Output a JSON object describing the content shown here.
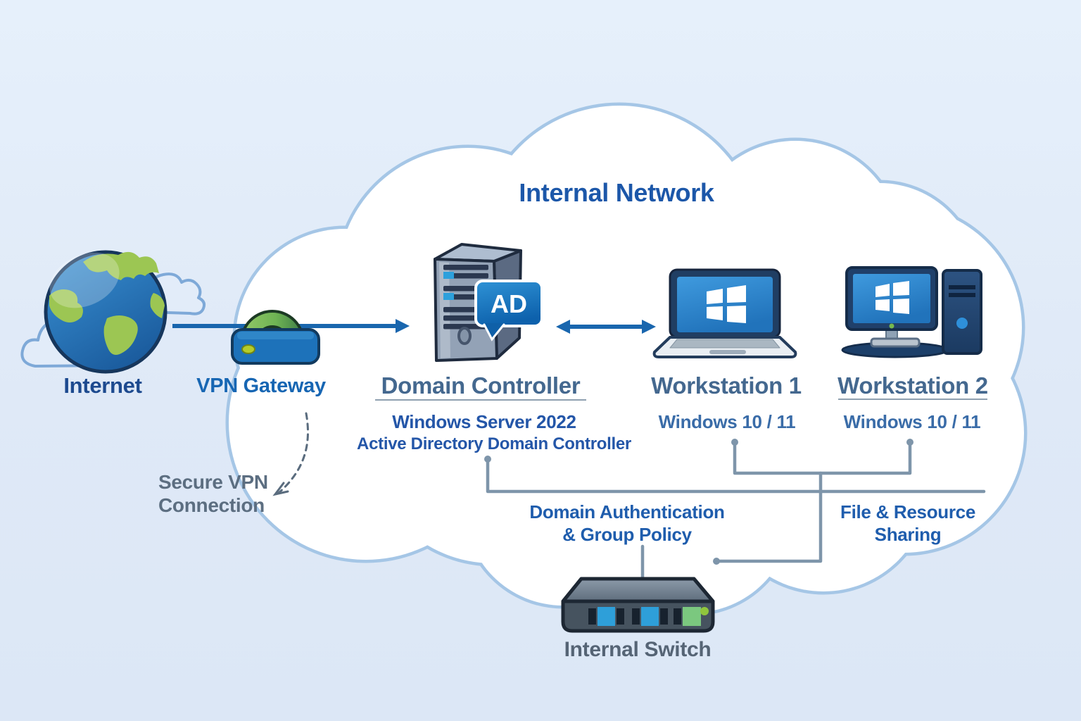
{
  "diagram": {
    "title": "Internal Network",
    "nodes": {
      "internet": {
        "label": "Internet"
      },
      "vpn_gateway": {
        "label": "VPN Gateway"
      },
      "domain_controller": {
        "label": "Domain Controller",
        "sub1": "Windows Server 2022",
        "sub2": "Active Directory Domain Controller",
        "badge": "AD"
      },
      "workstation1": {
        "label": "Workstation 1",
        "sub": "Windows 10 / 11"
      },
      "workstation2": {
        "label": "Workstation 2",
        "sub": "Windows 10 / 11"
      },
      "internal_switch": {
        "label": "Internal Switch"
      }
    },
    "annotations": {
      "secure_vpn_line1": "Secure VPN",
      "secure_vpn_line2": "Connection",
      "domain_auth_line1": "Domain Authentication",
      "domain_auth_line2": "& Group Policy",
      "file_sharing_line1": "File & Resource",
      "file_sharing_line2": "Sharing"
    },
    "colors": {
      "background": "#dfe9f7",
      "cloud_fill": "#ffffff",
      "cloud_border": "#a5c6e6",
      "arrow_blue": "#1966ae",
      "connector_gray": "#7e95aa",
      "title_blue": "#1c57a9",
      "heading_steel_blue": "#44688f",
      "sub_royal_blue": "#2456a8",
      "note_gray": "#5c6e81",
      "badge_blue": "#1173bd",
      "lock_shackle_green": "#6fb454",
      "lock_base_blue": "#1d72ba",
      "windows_screen_blue": "#2e8fd9",
      "switch_body": "#46535f",
      "switch_port_blue": "#2e9fd9",
      "switch_port_green": "#7bc87f"
    }
  }
}
